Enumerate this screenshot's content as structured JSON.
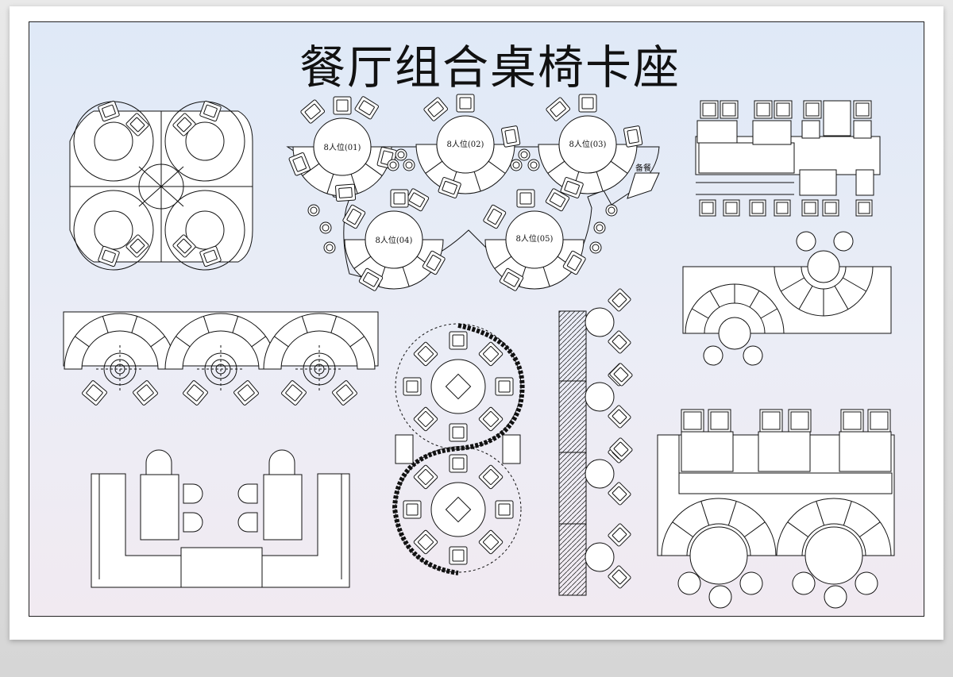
{
  "title": "餐厅组合桌椅卡座",
  "tables": [
    {
      "label": "8人位(01)"
    },
    {
      "label": "8人位(02)"
    },
    {
      "label": "8人位(03)"
    },
    {
      "label": "8人位(04)"
    },
    {
      "label": "8人位(05)"
    }
  ],
  "side_label": "备餐",
  "colors": {
    "line": "#111111",
    "fill": "#ffffff",
    "background_top": "#dfe9f7",
    "background_bottom": "#f1eaf1"
  }
}
